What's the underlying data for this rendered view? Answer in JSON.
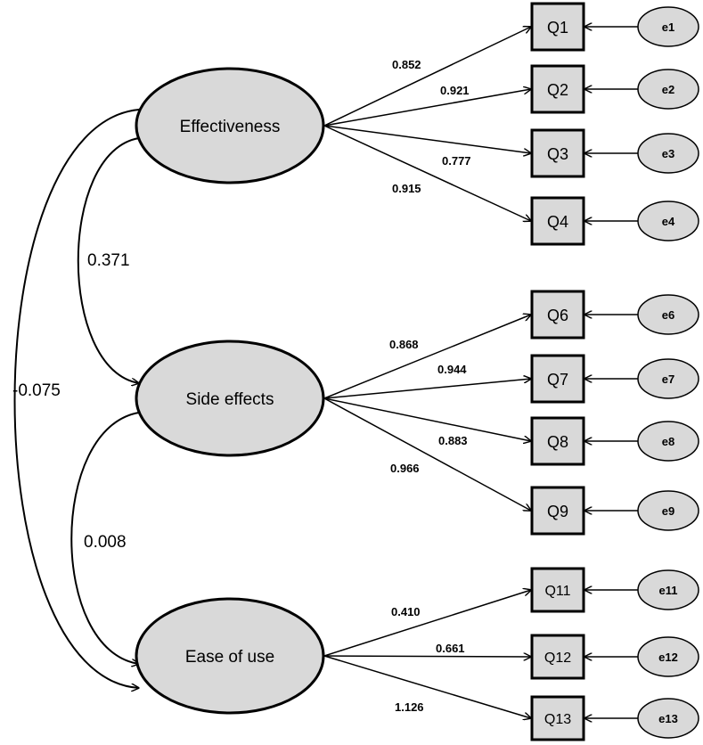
{
  "factors": {
    "effectiveness": "Effectiveness",
    "side_effects": "Side effects",
    "ease_of_use": "Ease of use"
  },
  "items": [
    {
      "label": "Q1",
      "error": "e1",
      "loading": "0.852"
    },
    {
      "label": "Q2",
      "error": "e2",
      "loading": "0.921"
    },
    {
      "label": "Q3",
      "error": "e3",
      "loading": "0.777"
    },
    {
      "label": "Q4",
      "error": "e4",
      "loading": "0.915"
    },
    {
      "label": "Q6",
      "error": "e6",
      "loading": "0.868"
    },
    {
      "label": "Q7",
      "error": "e7",
      "loading": "0.944"
    },
    {
      "label": "Q8",
      "error": "e8",
      "loading": "0.883"
    },
    {
      "label": "Q9",
      "error": "e9",
      "loading": "0.966"
    },
    {
      "label": "Q11",
      "error": "e11",
      "loading": "0.410"
    },
    {
      "label": "Q12",
      "error": "e12",
      "loading": "0.661"
    },
    {
      "label": "Q13",
      "error": "e13",
      "loading": "1.126"
    }
  ],
  "correlations": {
    "effectiveness_side_effects": "0.371",
    "side_effects_ease_of_use": "0.008",
    "effectiveness_ease_of_use": "-0.075"
  }
}
